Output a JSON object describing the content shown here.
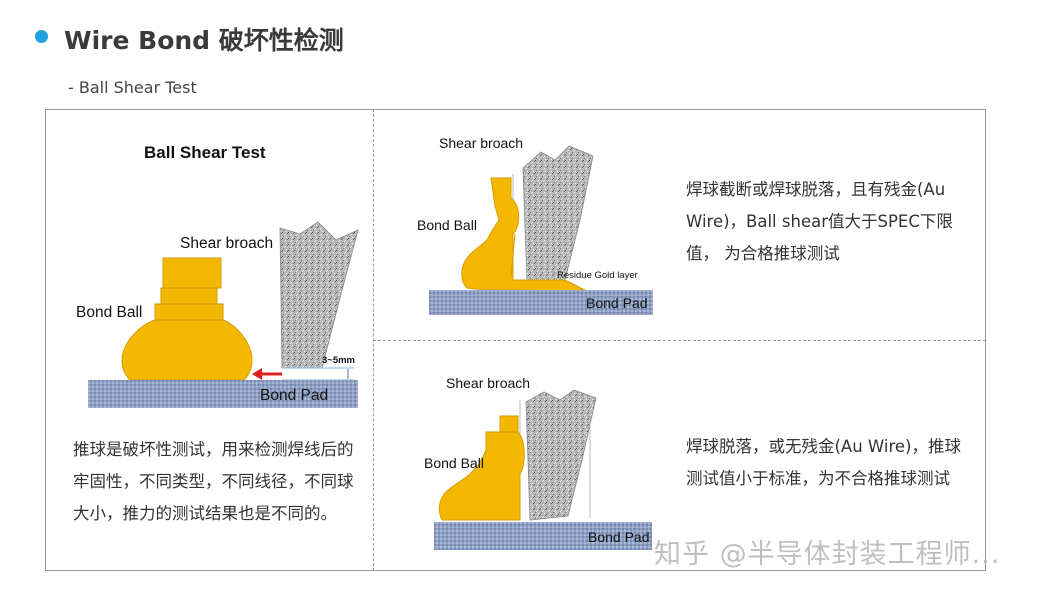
{
  "header": {
    "title": "Wire Bond 破坏性检测",
    "subtitle": "- Ball Shear Test"
  },
  "main_diagram": {
    "title": "Ball Shear Test",
    "shear_label": "Shear broach",
    "ball_label": "Bond Ball",
    "pad_label": "Bond Pad",
    "gap_label": "3~5mm"
  },
  "main_description": "推球是破坏性测试，用来检测焊线后的牢固性，不同类型，不同线径，不同球大小，推力的测试结果也是不同的。",
  "pass_case": {
    "shear_label": "Shear broach",
    "ball_label": "Bond Ball",
    "residue_label": "Residue Gold layer",
    "pad_label": "Bond Pad",
    "description": "焊球截断或焊球脱落，且有残金(Au Wire)，Ball shear值大于SPEC下限值， 为合格推球测试"
  },
  "fail_case": {
    "shear_label": "Shear broach",
    "ball_label": "Bond Ball",
    "pad_label": "Bond Pad",
    "description": "焊球脱落，或无残金(Au Wire)，推球测试值小于标准，为不合格推球测试"
  },
  "watermark": "知乎 @半导体封装工程师...",
  "colors": {
    "accent": "#1fa3e0",
    "gold": "#f5b800",
    "arrow": "#e02020"
  }
}
